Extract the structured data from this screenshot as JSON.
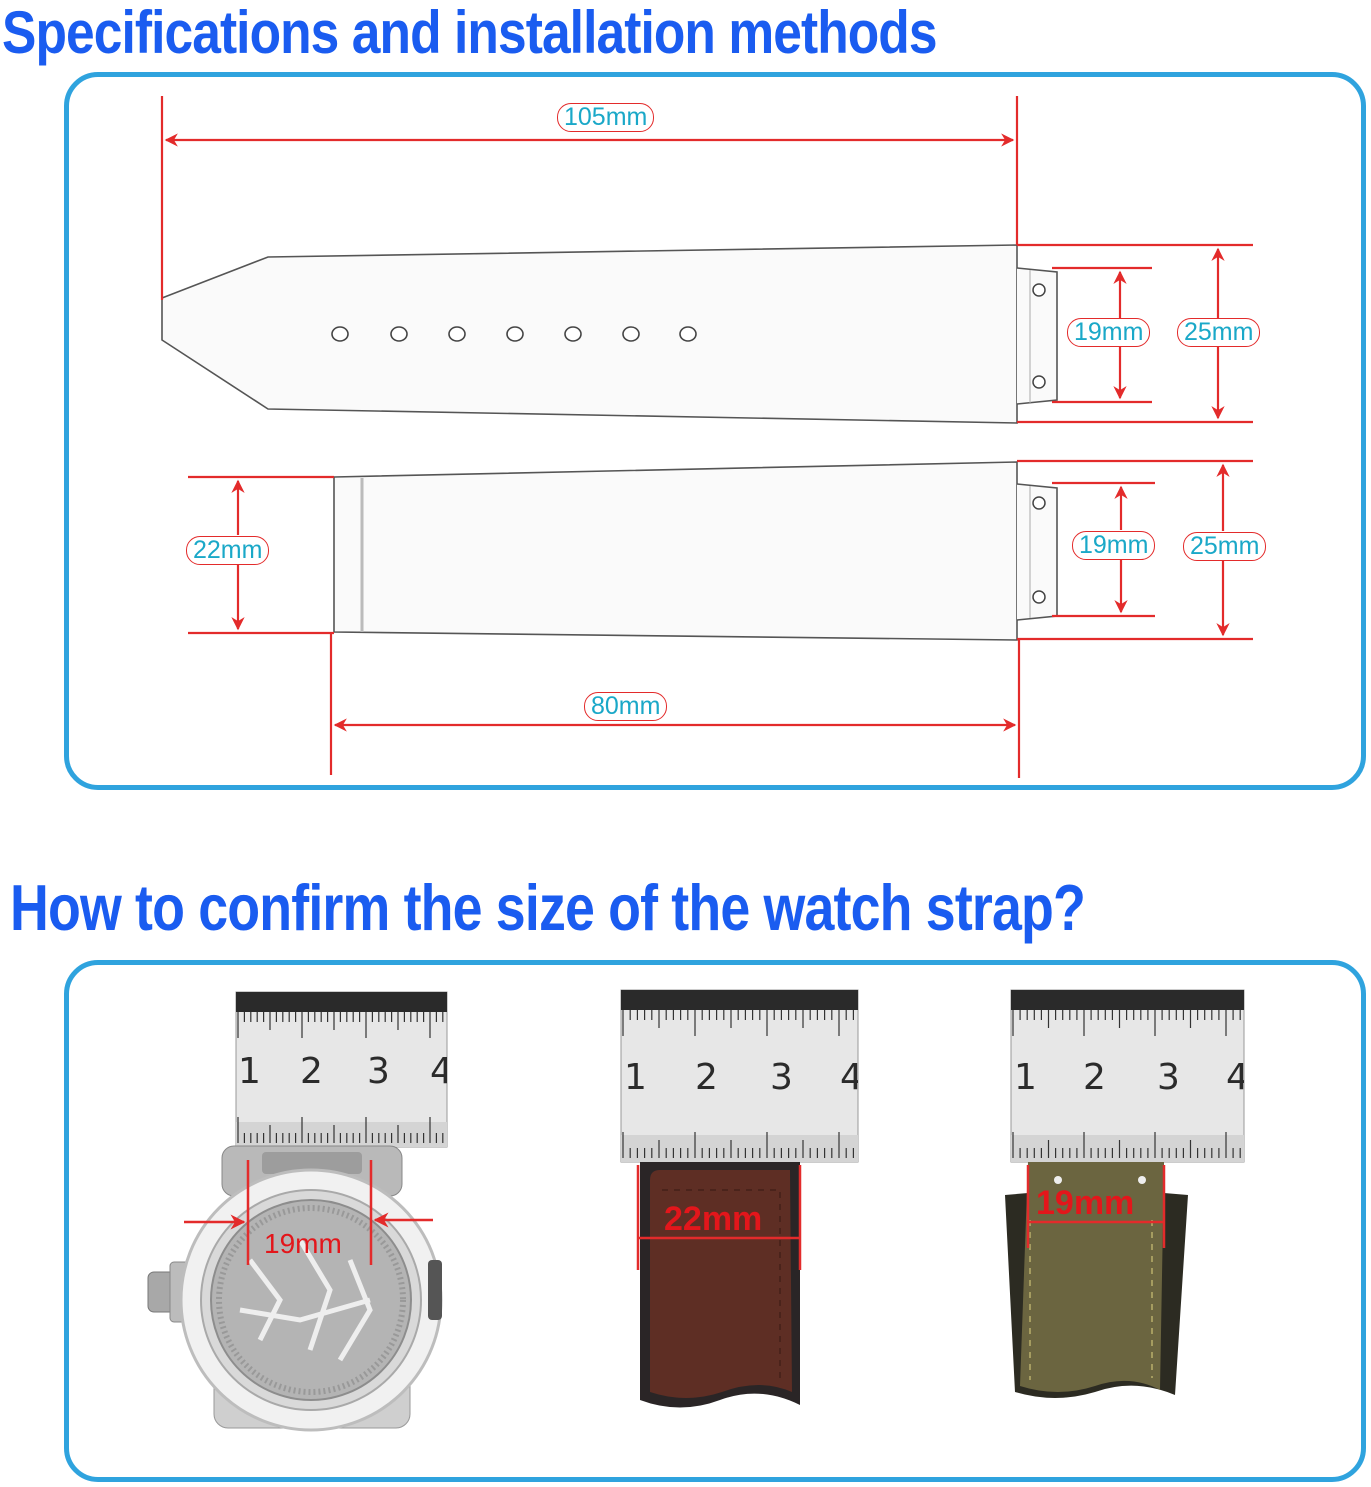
{
  "titles": {
    "specifications": "Specifications and installation methods",
    "confirm": "How to confirm the size of the  watch strap?"
  },
  "colors": {
    "title_blue": "#1a5cf0",
    "panel_border": "#2fa3de",
    "dimension_red": "#e32b2b",
    "label_cyan": "#1aa8c8"
  },
  "specification_diagram": {
    "long_strap": {
      "length": "105mm",
      "lug_width": "19mm",
      "end_width": "25mm",
      "holes": 7
    },
    "short_strap": {
      "buckle_width": "22mm",
      "length": "80mm",
      "lug_width": "19mm",
      "end_width": "25mm"
    }
  },
  "measurement_examples": [
    {
      "subject": "watch-lugs",
      "label": "19mm",
      "ruler_numbers": [
        "1",
        "2",
        "3",
        "4"
      ]
    },
    {
      "subject": "brown-leather-strap",
      "label": "22mm",
      "ruler_numbers": [
        "1",
        "2",
        "3",
        "4"
      ]
    },
    {
      "subject": "olive-leather-strap",
      "label": "19mm",
      "ruler_numbers": [
        "1",
        "2",
        "3",
        "4"
      ]
    }
  ]
}
